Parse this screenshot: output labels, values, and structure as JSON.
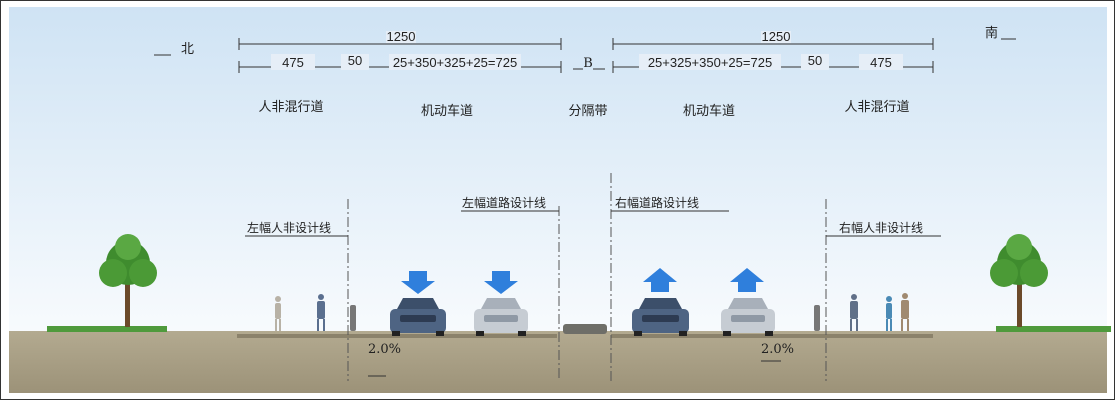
{
  "directions": {
    "north": "北",
    "south": "南"
  },
  "dimensions": {
    "left_total": "1250",
    "right_total": "1250",
    "left_sidewalk": "475",
    "left_gap": "50",
    "left_motor": "25+350+325+25=725",
    "median": "B",
    "right_motor": "25+325+350+25=725",
    "right_gap": "50",
    "right_sidewalk": "475"
  },
  "lanes": {
    "left_mixed": "人非混行道",
    "left_motor": "机动车道",
    "median": "分隔带",
    "right_motor": "机动车道",
    "right_mixed": "人非混行道"
  },
  "design_lines": {
    "left_nonmotor": "左幅人非设计线",
    "left_road": "左幅道路设计线",
    "right_road": "右幅道路设计线",
    "right_nonmotor": "右幅人非设计线"
  },
  "slopes": {
    "left": "2.0%",
    "right": "2.0%"
  },
  "colors": {
    "sky_top": "#cfe3f4",
    "sky_bottom": "#ffffff",
    "ground": "#a49a80",
    "grass": "#4f9a3c",
    "arrow": "#2f7fdc",
    "car_dark": "#4e6483",
    "car_light": "#c6ccd3"
  }
}
